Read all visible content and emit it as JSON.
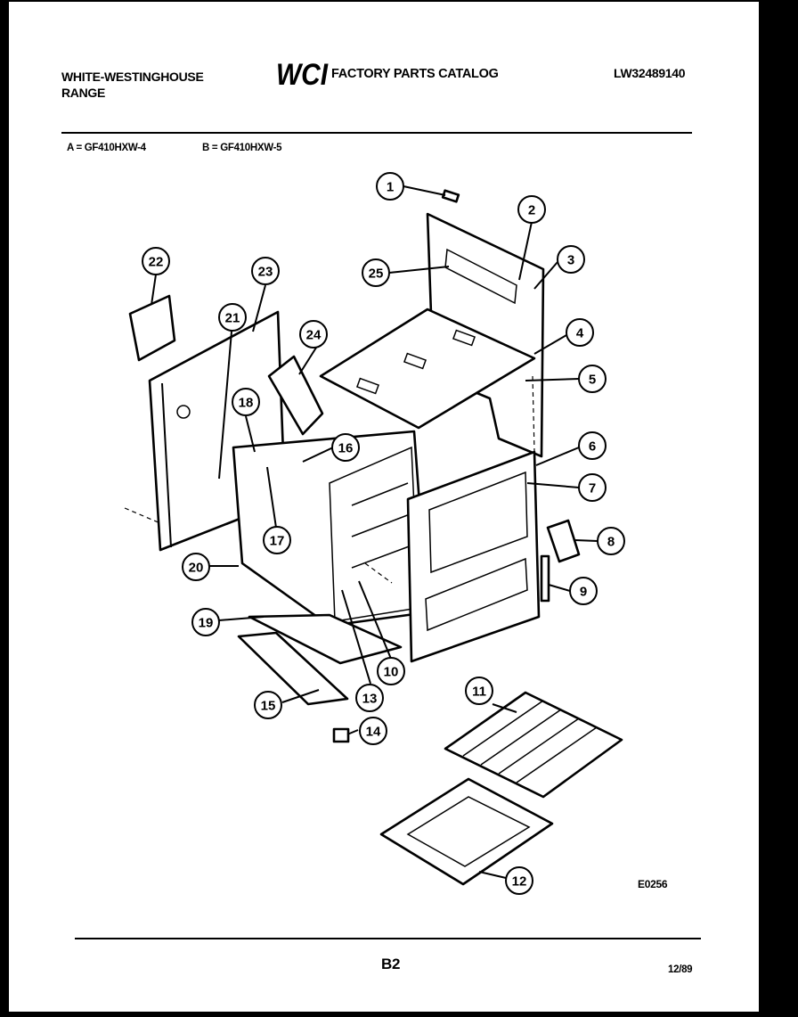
{
  "header": {
    "brand_line1": "WHITE-WESTINGHOUSE",
    "brand_line2": "RANGE",
    "logo_text": "WCI",
    "catalog_title": "FACTORY PARTS CATALOG",
    "doc_code": "LW32489140"
  },
  "models": {
    "a": "A = GF410HXW-4",
    "b": "B = GF410HXW-5"
  },
  "callouts": [
    "1",
    "2",
    "3",
    "4",
    "5",
    "6",
    "7",
    "8",
    "9",
    "10",
    "11",
    "12",
    "13",
    "14",
    "15",
    "16",
    "17",
    "18",
    "19",
    "20",
    "21",
    "22",
    "23",
    "24",
    "25"
  ],
  "footer": {
    "drawing_code": "E0256",
    "page_number": "B2",
    "issue_date": "12/89"
  },
  "colors": {
    "ink": "#000000",
    "paper": "#ffffff",
    "border": "#000000"
  }
}
